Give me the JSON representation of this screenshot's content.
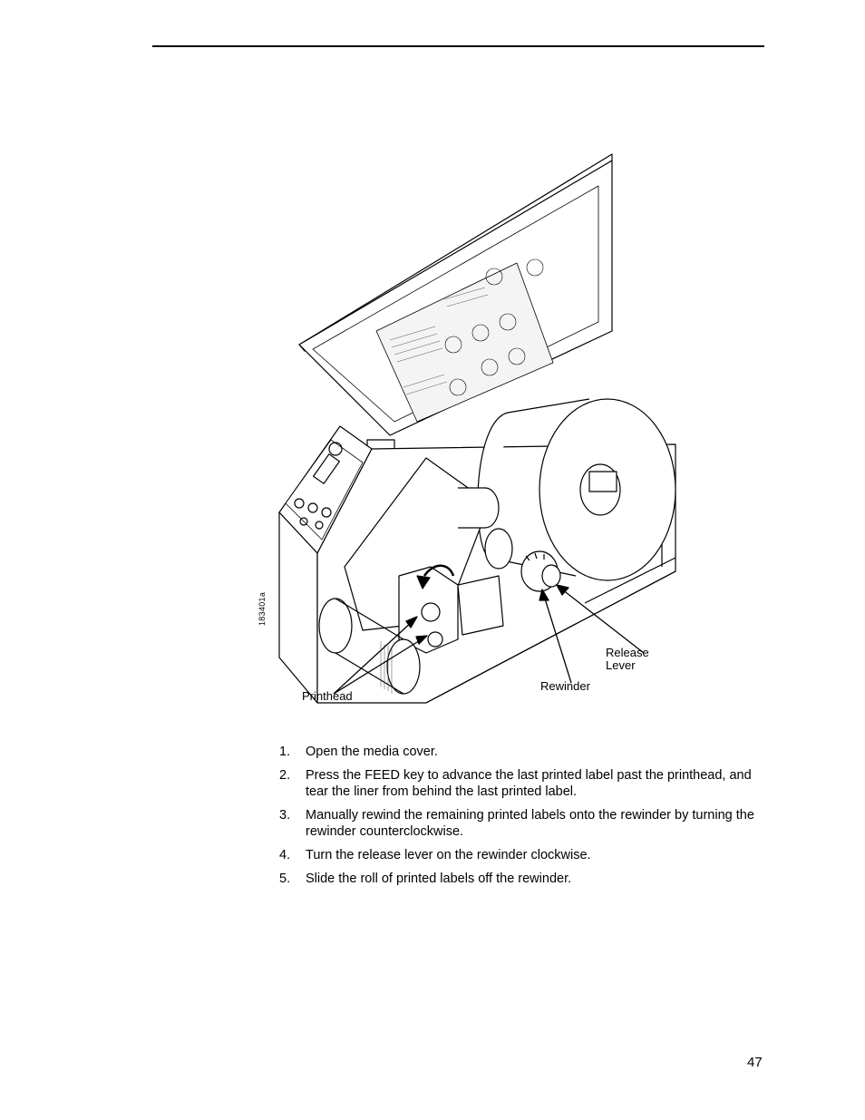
{
  "figure": {
    "id": "183401a",
    "callouts": {
      "release_lever": "Release\nLever",
      "rewinder": "Rewinder",
      "printhead": "Printhead"
    }
  },
  "steps": [
    {
      "number": "1.",
      "text": "Open the media cover."
    },
    {
      "number": "2.",
      "text": "Press the FEED key to advance the last printed label past the printhead, and tear the liner from behind the last printed label."
    },
    {
      "number": "3.",
      "text": "Manually rewind the remaining printed labels onto the rewinder by turning the rewinder counterclockwise."
    },
    {
      "number": "4.",
      "text": "Turn the release lever on the rewinder clockwise."
    },
    {
      "number": "5.",
      "text": "Slide the roll of printed labels off the rewinder."
    }
  ],
  "page_number": "47"
}
